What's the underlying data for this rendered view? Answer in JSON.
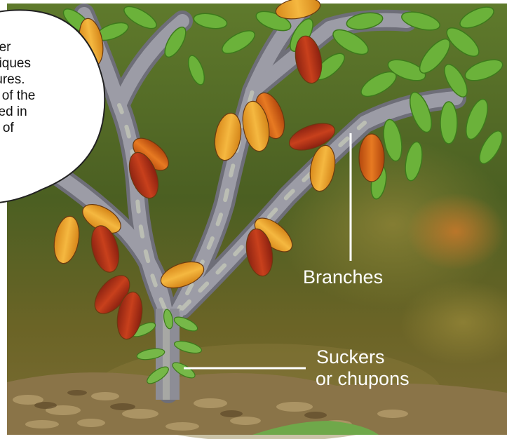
{
  "labels": {
    "branches": "Branches",
    "suckers_line1": "Suckers",
    "suckers_line2": "or chupons"
  },
  "callout": {
    "lines": [
      "her",
      "niques",
      "tures.",
      "s of the",
      "ved in",
      "h of"
    ]
  },
  "colors": {
    "background_green": "#4f6a25",
    "soil": "#8a7448",
    "trunk": "#8a8a92",
    "pod_orange": "#e9a630",
    "pod_red": "#b2321a",
    "leaf": "#6bb23a",
    "label_text": "#ffffff"
  }
}
